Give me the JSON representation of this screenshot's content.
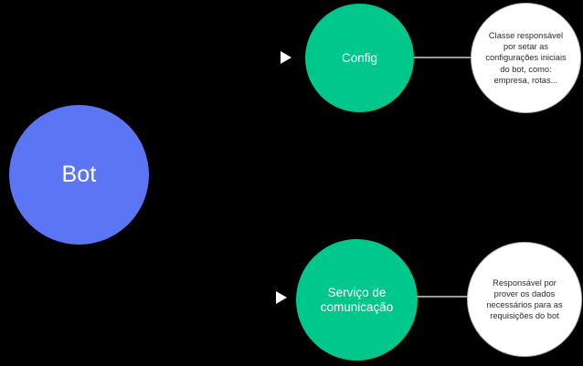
{
  "diagram": {
    "background_color": "#000000",
    "nodes": [
      {
        "id": "bot",
        "label": "Bot",
        "color": "#5c75f5",
        "text_color": "#ffffff"
      },
      {
        "id": "config",
        "label": "Config",
        "color": "#00c88c",
        "text_color": "#ffffff"
      },
      {
        "id": "comunicacao",
        "label": "Serviço de\ncomunicação",
        "color": "#00c88c",
        "text_color": "#ffffff"
      }
    ],
    "notes": [
      {
        "id": "note-config",
        "text": "Classe responsável por setar as configurações iniciais do bot, como: empresa, rotas...",
        "fill_color": "#ffffff",
        "border_color": "#b5b5b5",
        "text_color": "#2b2b2b"
      },
      {
        "id": "note-comunicacao",
        "text": "Responsável por prover os dados necessários para as requisições do bot",
        "fill_color": "#ffffff",
        "border_color": "#b5b5b5",
        "text_color": "#2b2b2b"
      }
    ],
    "connectors": [
      {
        "id": "connector-config",
        "from": "config",
        "to": "note-config",
        "color": "#9a9a9a"
      },
      {
        "id": "connector-comunicacao",
        "from": "comunicacao",
        "to": "note-comunicacao",
        "color": "#9a9a9a"
      }
    ],
    "arrows": [
      {
        "id": "arrow-config",
        "to": "config",
        "direction": "right",
        "color": "#ffffff"
      },
      {
        "id": "arrow-comunicacao",
        "to": "comunicacao",
        "direction": "right",
        "color": "#ffffff"
      }
    ]
  }
}
